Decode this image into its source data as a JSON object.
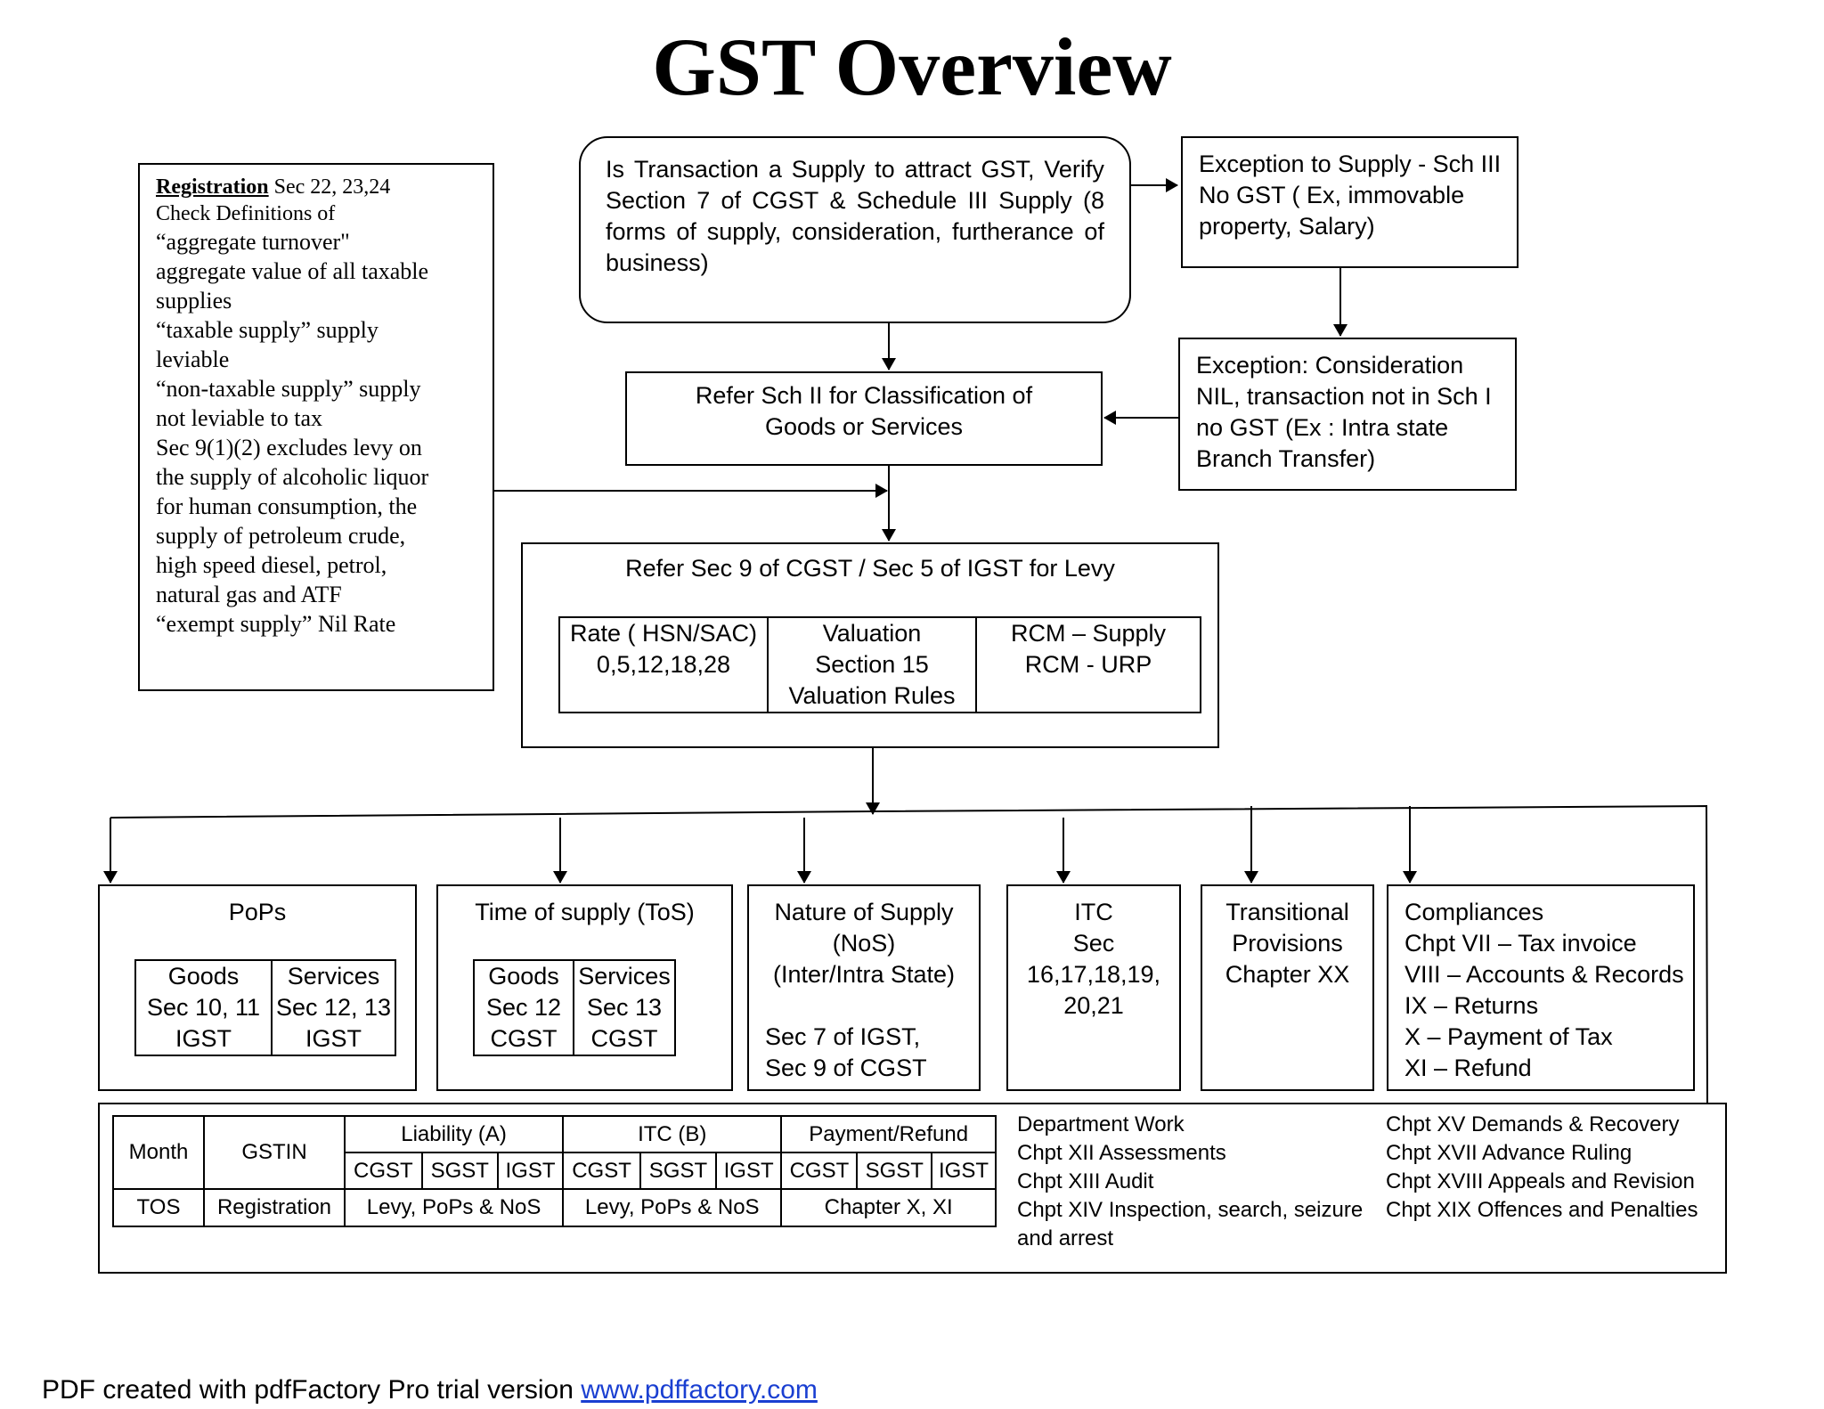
{
  "title": "GST Overview",
  "registration": {
    "heading": "Registration",
    "heading_refs": "Sec 22, 23,24",
    "lines": [
      "Check Definitions of",
      "“aggregate turnover\"",
      "aggregate value of all taxable",
      "supplies",
      "“taxable supply”  supply",
      "leviable",
      "“non-taxable supply”  supply",
      "not leviable to tax",
      "Sec 9(1)(2) excludes levy on",
      "the supply of alcoholic liquor",
      "for human consumption, the",
      "supply of petroleum crude,",
      "high speed diesel, petrol,",
      "natural gas and ATF",
      "“exempt supply”  Nil Rate"
    ]
  },
  "supply_question": {
    "lines": [
      "Is Transaction a Supply to attract GST, Verify",
      "Section 7 of CGST & Schedule III  Supply (8",
      "forms of supply, consideration, furtherance of",
      "business)"
    ]
  },
  "exception_supply": {
    "lines": [
      "Exception to Supply  - Sch III",
      "No GST ( Ex, immovable",
      "property, Salary)"
    ]
  },
  "exception_consideration": {
    "lines": [
      "Exception:  Consideration",
      "NIL, transaction not in Sch I",
      "no GST (Ex : Intra state",
      "Branch Transfer)"
    ]
  },
  "classification": {
    "lines": [
      "Refer Sch II for Classification of",
      "Goods or Services"
    ]
  },
  "levy": {
    "title": "Refer Sec 9 of CGST / Sec 5 of IGST for Levy",
    "rate": [
      "Rate ( HSN/SAC)",
      "0,5,12,18,28"
    ],
    "valuation": [
      "Valuation",
      "Section 15",
      "Valuation Rules"
    ],
    "rcm": [
      "RCM – Supply",
      "RCM - URP"
    ]
  },
  "pops": {
    "title": "PoPs",
    "goods": [
      "Goods",
      "Sec 10, 11",
      "IGST"
    ],
    "services": [
      "Services",
      "Sec 12, 13",
      "IGST"
    ]
  },
  "tos": {
    "title": "Time of supply (ToS)",
    "goods": [
      "Goods",
      "Sec 12",
      "CGST"
    ],
    "services": [
      "Services",
      "Sec 13",
      "CGST"
    ]
  },
  "nos": {
    "lines": [
      "Nature of Supply",
      "(NoS)",
      "(Inter/Intra State)"
    ],
    "refs": [
      "Sec 7 of IGST,",
      "Sec 9 of CGST"
    ]
  },
  "itc": {
    "lines": [
      "ITC",
      "Sec",
      "16,17,18,19,",
      "20,21"
    ]
  },
  "transitional": {
    "lines": [
      "Transitional",
      "Provisions",
      "Chapter XX"
    ]
  },
  "compliances": {
    "lines": [
      "Compliances",
      "Chpt VII – Tax invoice",
      "VIII – Accounts & Records",
      "IX – Returns",
      "X – Payment of Tax",
      "XI – Refund"
    ]
  },
  "returns_table": {
    "month": "Month",
    "gstin": "GSTIN",
    "groups": [
      "Liability (A)",
      "ITC (B)",
      "Payment/Refund"
    ],
    "taxes": [
      "CGST",
      "SGST",
      "IGST"
    ],
    "row": {
      "month": "TOS",
      "gstin": "Registration",
      "liability": "Levy, PoPs &  NoS",
      "itc": "Levy, PoPs &  NoS",
      "payment": "Chapter X, XI"
    }
  },
  "department": {
    "lines": [
      "Department Work",
      "Chpt XII Assessments",
      "Chpt XIII Audit",
      "Chpt XIV Inspection, search, seizure",
      "and arrest"
    ]
  },
  "chapters": {
    "lines": [
      "Chpt XV Demands & Recovery",
      "Chpt XVII Advance Ruling",
      "Chpt XVIII Appeals and Revision",
      "Chpt XIX Offences and Penalties"
    ]
  },
  "footer": {
    "text": "PDF created with pdfFactory Pro trial version ",
    "link": "www.pdffactory.com"
  }
}
